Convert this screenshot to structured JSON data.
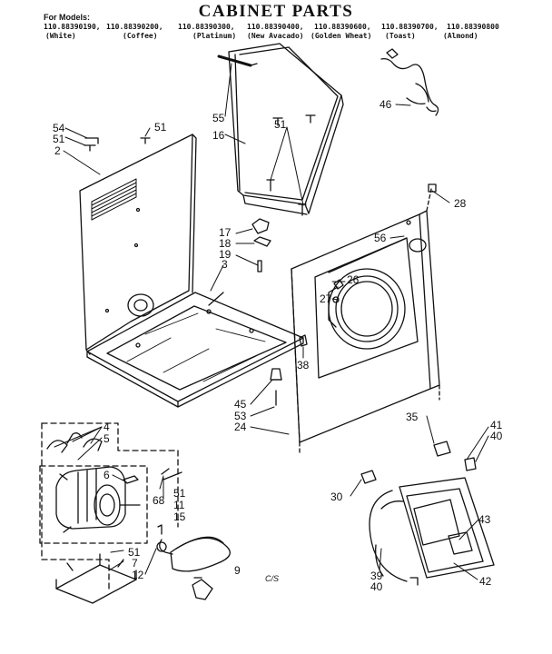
{
  "title": "CABINET PARTS",
  "models_heading": "For Models:",
  "models": [
    {
      "number": "110.88390190,",
      "color": "(White)"
    },
    {
      "number": "110.88390200,",
      "color": "(Coffee)"
    },
    {
      "number": "110.88390300,",
      "color": "(Platinum)"
    },
    {
      "number": "110.88390400,",
      "color": "(New Avacado)"
    },
    {
      "number": "110.88390600,",
      "color": "(Golden Wheat)"
    },
    {
      "number": "110.88390700,",
      "color": "(Toast)"
    },
    {
      "number": "110.88390800",
      "color": "(Almond)"
    }
  ],
  "callouts": {
    "c55": "55",
    "c16": "16",
    "c51_top": "51",
    "c46": "46",
    "c54": "54",
    "c51_left_a": "51",
    "c51_left_b": "51",
    "c2": "2",
    "c28": "28",
    "c56": "56",
    "c17": "17",
    "c18": "18",
    "c19": "19",
    "c3": "3",
    "c26": "26",
    "c27": "27",
    "c38": "38",
    "c45": "45",
    "c53": "53",
    "c24": "24",
    "c4": "4",
    "c5": "5",
    "c6": "6",
    "c68": "68",
    "c51_motor": "51",
    "c11": "11",
    "c15": "15",
    "c51_bottom": "51",
    "c7": "7",
    "c12": "12",
    "c9": "9",
    "c35": "35",
    "c41": "41",
    "c40_top": "40",
    "c30": "30",
    "c43": "43",
    "c39": "39",
    "c40_bottom": "40",
    "c42": "42"
  },
  "footnote": "C/S"
}
